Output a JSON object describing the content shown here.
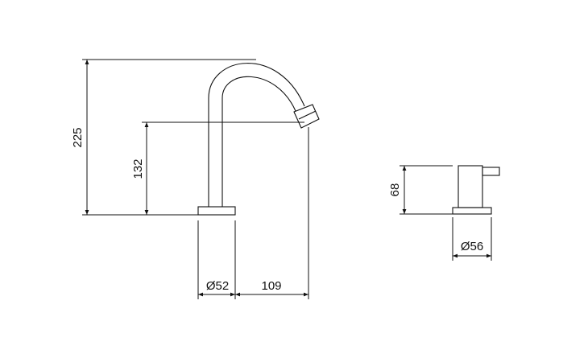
{
  "dimensions": {
    "overall_height": "225",
    "spout_height": "132",
    "base_diameter": "Ø52",
    "spout_reach": "109",
    "handle_height": "68",
    "handle_base_diameter": "Ø56"
  },
  "colors": {
    "line": "#111111",
    "background": "#ffffff"
  }
}
